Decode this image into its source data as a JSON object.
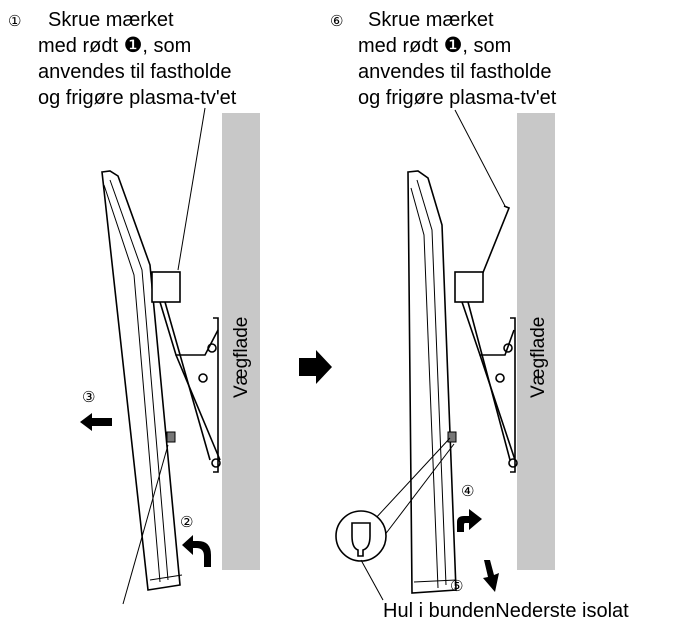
{
  "left_step": {
    "number": "①",
    "caption_lines": [
      "Skrue mærket",
      "med rødt ",
      ", som",
      "anvendes til fastholde",
      "og frigøre plasma-tv'et"
    ],
    "marker": "❶"
  },
  "right_step": {
    "number": "⑥",
    "caption_lines": [
      "Skrue mærket",
      "med rødt ",
      ", som",
      "anvendes til fastholde",
      "og frigøre plasma-tv'et"
    ],
    "marker": "❶"
  },
  "wall_label": "Vægflade",
  "steps": {
    "s2": "②",
    "s3": "③",
    "s4": "④",
    "s5": "⑤"
  },
  "bottom_caption": "Hul i bundenNederste isolat",
  "colors": {
    "wall": "#c8c8c8",
    "stroke": "#000000"
  }
}
